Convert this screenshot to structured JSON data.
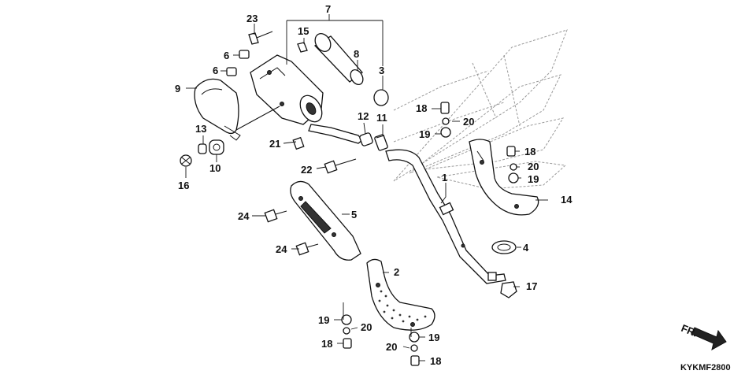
{
  "diagram_code": "KYKMF2800",
  "direction_label": "FR.",
  "colors": {
    "line": "#111111",
    "watermark": "#9a9a9a",
    "background": "#ffffff"
  },
  "callouts": [
    {
      "id": "c1",
      "text": "1"
    },
    {
      "id": "c2",
      "text": "2"
    },
    {
      "id": "c3",
      "text": "3"
    },
    {
      "id": "c4",
      "text": "4"
    },
    {
      "id": "c5",
      "text": "5"
    },
    {
      "id": "c6a",
      "text": "6"
    },
    {
      "id": "c6b",
      "text": "6"
    },
    {
      "id": "c7",
      "text": "7"
    },
    {
      "id": "c8",
      "text": "8"
    },
    {
      "id": "c9",
      "text": "9"
    },
    {
      "id": "c10",
      "text": "10"
    },
    {
      "id": "c11",
      "text": "11"
    },
    {
      "id": "c12",
      "text": "12"
    },
    {
      "id": "c13",
      "text": "13"
    },
    {
      "id": "c14",
      "text": "14"
    },
    {
      "id": "c15",
      "text": "15"
    },
    {
      "id": "c16",
      "text": "16"
    },
    {
      "id": "c17",
      "text": "17"
    },
    {
      "id": "c18a",
      "text": "18"
    },
    {
      "id": "c18b",
      "text": "18"
    },
    {
      "id": "c18c",
      "text": "18"
    },
    {
      "id": "c18d",
      "text": "18"
    },
    {
      "id": "c19a",
      "text": "19"
    },
    {
      "id": "c19b",
      "text": "19"
    },
    {
      "id": "c19c",
      "text": "19"
    },
    {
      "id": "c19d",
      "text": "19"
    },
    {
      "id": "c20a",
      "text": "20"
    },
    {
      "id": "c20b",
      "text": "20"
    },
    {
      "id": "c20c",
      "text": "20"
    },
    {
      "id": "c20d",
      "text": "20"
    },
    {
      "id": "c21",
      "text": "21"
    },
    {
      "id": "c22",
      "text": "22"
    },
    {
      "id": "c23",
      "text": "23"
    },
    {
      "id": "c24a",
      "text": "24"
    },
    {
      "id": "c24b",
      "text": "24"
    }
  ]
}
